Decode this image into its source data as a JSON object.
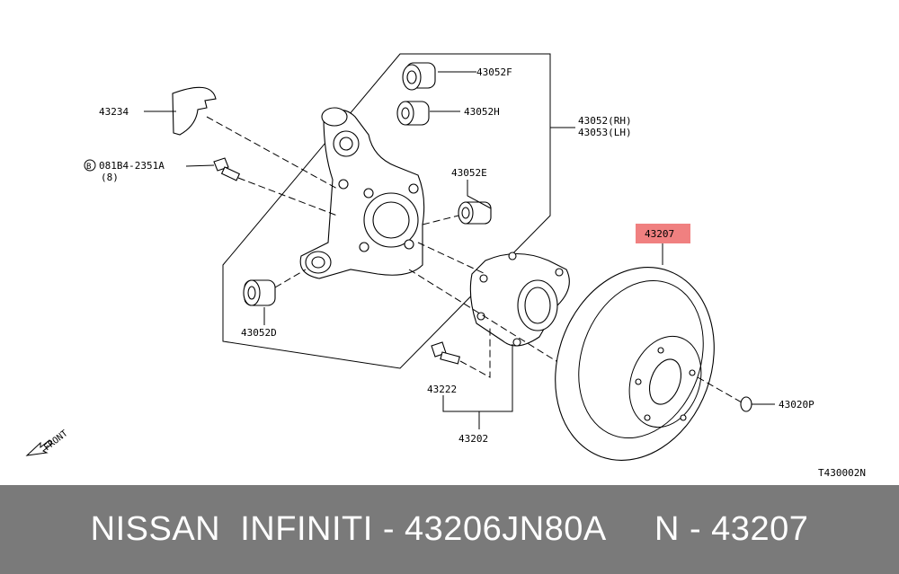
{
  "diagram": {
    "callouts": {
      "p43052F": "43052F",
      "p43052H": "43052H",
      "p43234": "43234",
      "p43052rh": "43052(RH)",
      "p43053lh": "43053(LH)",
      "bolt_circle": "B",
      "bolt_code": "081B4-2351A",
      "bolt_qty": "(8)",
      "p43052E": "43052E",
      "p43207": "43207",
      "p43052D": "43052D",
      "p43222": "43222",
      "p43020P": "43020P",
      "p43202": "43202",
      "front": "FRONT",
      "ref_code": "T430002N"
    },
    "colors": {
      "highlight": "#f08080",
      "footer_bg": "#7a7a7a"
    }
  },
  "footer": {
    "text": "NISSAN  INFINITI - 43206JN80A     N - 43207"
  }
}
